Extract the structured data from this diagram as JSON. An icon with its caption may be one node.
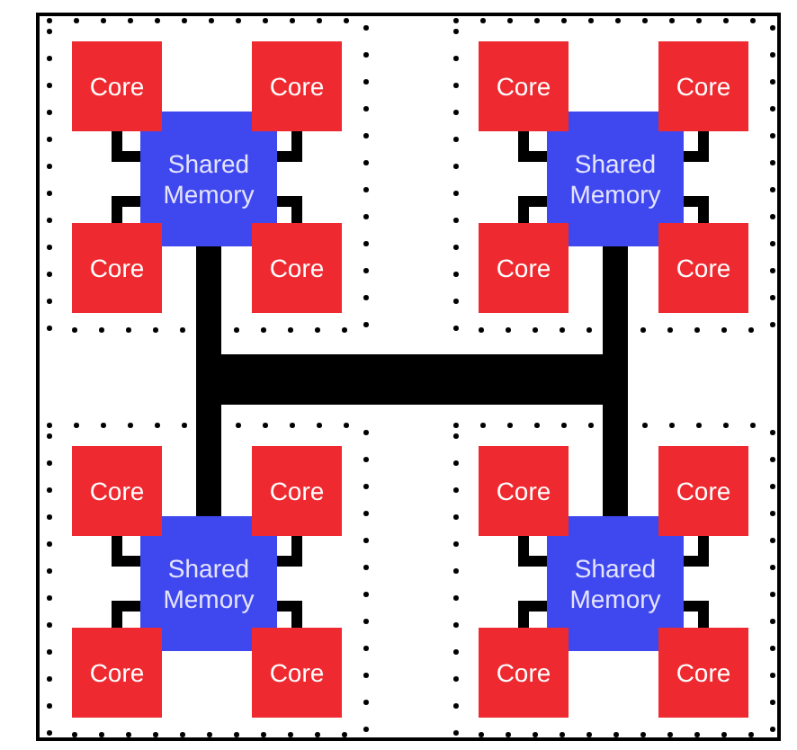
{
  "diagram": {
    "nodes": [
      {
        "text": [],
        "shape": "box"
      },
      {
        "text": [
          "Core"
        ],
        "in": 0
      },
      {
        "text": [
          "Core"
        ],
        "in": 0
      },
      {
        "text": [
          "Shared Memory"
        ],
        "in": 0
      },
      {
        "text": [
          "Core"
        ],
        "in": 0
      },
      {
        "text": [
          "Core"
        ],
        "in": 0
      },
      {
        "text": [],
        "shape": "box"
      },
      {
        "text": [
          "Core"
        ],
        "in": 6
      },
      {
        "text": [
          "Core"
        ],
        "in": 6
      },
      {
        "text": [
          "Shared Memory"
        ],
        "in": 6
      },
      {
        "text": [
          "Core"
        ],
        "in": 6
      },
      {
        "text": [
          "Core"
        ],
        "in": 6
      },
      {
        "text": [],
        "shape": "box"
      },
      {
        "text": [
          "Core"
        ],
        "in": 12
      },
      {
        "text": [
          "Core"
        ],
        "in": 12
      },
      {
        "text": [
          "Shared Memory"
        ],
        "in": 12
      },
      {
        "text": [
          "Core"
        ],
        "in": 12
      },
      {
        "text": [
          "Core"
        ],
        "in": 12
      },
      {
        "text": [],
        "shape": "box"
      },
      {
        "text": [
          "Core"
        ],
        "in": 18
      },
      {
        "text": [
          "Core"
        ],
        "in": 18
      },
      {
        "text": [
          "Shared Memory"
        ],
        "in": 18
      },
      {
        "text": [
          "Core"
        ],
        "in": 18
      },
      {
        "text": [
          "Core"
        ],
        "in": 18
      }
    ],
    "edges": [
      {
        "from": 1,
        "to": 3,
        "arrow": "none"
      },
      {
        "from": 2,
        "to": 3,
        "arrow": "none"
      },
      {
        "from": 4,
        "to": 3,
        "arrow": "none"
      },
      {
        "from": 5,
        "to": 3,
        "arrow": "none"
      },
      {
        "from": 7,
        "to": 9,
        "arrow": "none"
      },
      {
        "from": 8,
        "to": 9,
        "arrow": "none"
      },
      {
        "from": 10,
        "to": 9,
        "arrow": "none"
      },
      {
        "from": 11,
        "to": 9,
        "arrow": "none"
      },
      {
        "from": 13,
        "to": 15,
        "arrow": "none"
      },
      {
        "from": 14,
        "to": 15,
        "arrow": "none"
      },
      {
        "from": 16,
        "to": 15,
        "arrow": "none"
      },
      {
        "from": 17,
        "to": 15,
        "arrow": "none"
      },
      {
        "from": 19,
        "to": 21,
        "arrow": "none"
      },
      {
        "from": 20,
        "to": 21,
        "arrow": "none"
      },
      {
        "from": 22,
        "to": 21,
        "arrow": "none"
      },
      {
        "from": 23,
        "to": 21,
        "arrow": "none"
      },
      {
        "from": 3,
        "to": 9,
        "arrow": "none",
        "style": "thick"
      },
      {
        "from": 15,
        "to": 21,
        "arrow": "none",
        "style": "thick"
      }
    ]
  }
}
